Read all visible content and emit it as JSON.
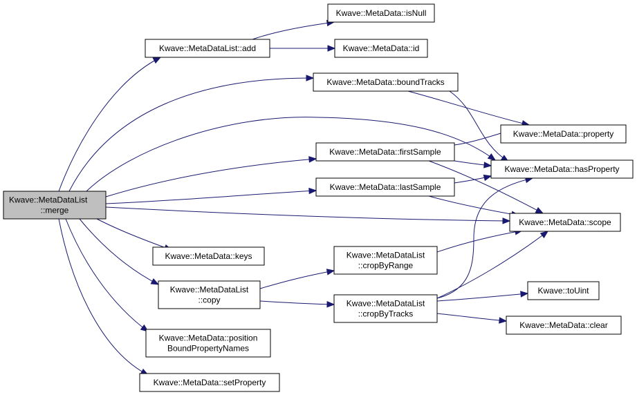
{
  "graph": {
    "nodes": [
      {
        "id": "merge",
        "lines": [
          "Kwave::MetaDataList",
          "::merge"
        ],
        "root": true
      },
      {
        "id": "add",
        "lines": [
          "Kwave::MetaDataList::add"
        ]
      },
      {
        "id": "isNull",
        "lines": [
          "Kwave::MetaData::isNull"
        ]
      },
      {
        "id": "idf",
        "lines": [
          "Kwave::MetaData::id"
        ]
      },
      {
        "id": "boundTracks",
        "lines": [
          "Kwave::MetaData::boundTracks"
        ]
      },
      {
        "id": "property",
        "lines": [
          "Kwave::MetaData::property"
        ]
      },
      {
        "id": "hasProperty",
        "lines": [
          "Kwave::MetaData::hasProperty"
        ]
      },
      {
        "id": "firstSample",
        "lines": [
          "Kwave::MetaData::firstSample"
        ]
      },
      {
        "id": "lastSample",
        "lines": [
          "Kwave::MetaData::lastSample"
        ]
      },
      {
        "id": "scope",
        "lines": [
          "Kwave::MetaData::scope"
        ]
      },
      {
        "id": "keys",
        "lines": [
          "Kwave::MetaData::keys"
        ]
      },
      {
        "id": "copy",
        "lines": [
          "Kwave::MetaDataList",
          "::copy"
        ]
      },
      {
        "id": "cropByRange",
        "lines": [
          "Kwave::MetaDataList",
          "::cropByRange"
        ]
      },
      {
        "id": "cropByTracks",
        "lines": [
          "Kwave::MetaDataList",
          "::cropByTracks"
        ]
      },
      {
        "id": "toUint",
        "lines": [
          "Kwave::toUint"
        ]
      },
      {
        "id": "clear",
        "lines": [
          "Kwave::MetaData::clear"
        ]
      },
      {
        "id": "positionBound",
        "lines": [
          "Kwave::MetaData::position",
          "BoundPropertyNames"
        ]
      },
      {
        "id": "setProperty",
        "lines": [
          "Kwave::MetaData::setProperty"
        ]
      }
    ],
    "edges": [
      [
        "merge",
        "add"
      ],
      [
        "merge",
        "boundTracks"
      ],
      [
        "merge",
        "hasProperty"
      ],
      [
        "merge",
        "firstSample"
      ],
      [
        "merge",
        "lastSample"
      ],
      [
        "merge",
        "scope"
      ],
      [
        "merge",
        "keys"
      ],
      [
        "merge",
        "copy"
      ],
      [
        "merge",
        "positionBound"
      ],
      [
        "merge",
        "setProperty"
      ],
      [
        "add",
        "isNull"
      ],
      [
        "add",
        "idf"
      ],
      [
        "boundTracks",
        "property"
      ],
      [
        "boundTracks",
        "hasProperty"
      ],
      [
        "firstSample",
        "property"
      ],
      [
        "firstSample",
        "hasProperty"
      ],
      [
        "firstSample",
        "scope"
      ],
      [
        "lastSample",
        "hasProperty"
      ],
      [
        "lastSample",
        "scope"
      ],
      [
        "copy",
        "cropByRange"
      ],
      [
        "copy",
        "cropByTracks"
      ],
      [
        "cropByRange",
        "scope"
      ],
      [
        "cropByTracks",
        "hasProperty"
      ],
      [
        "cropByTracks",
        "scope"
      ],
      [
        "cropByTracks",
        "toUint"
      ],
      [
        "cropByTracks",
        "clear"
      ]
    ]
  }
}
